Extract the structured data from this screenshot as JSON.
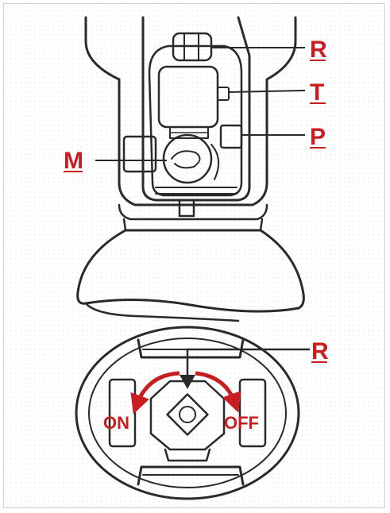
{
  "labels": {
    "r_top": "R",
    "t": "T",
    "p": "P",
    "m": "M",
    "r_bottom": "R",
    "on": "ON",
    "off": "OFF"
  },
  "colors": {
    "label": "#c81e22",
    "line": "#2a2a2a",
    "arrow": "#c81e22",
    "background": "#ffffff"
  },
  "icons": {
    "rotate_on": "curved-arrow-left-icon",
    "rotate_off": "curved-arrow-right-icon"
  }
}
